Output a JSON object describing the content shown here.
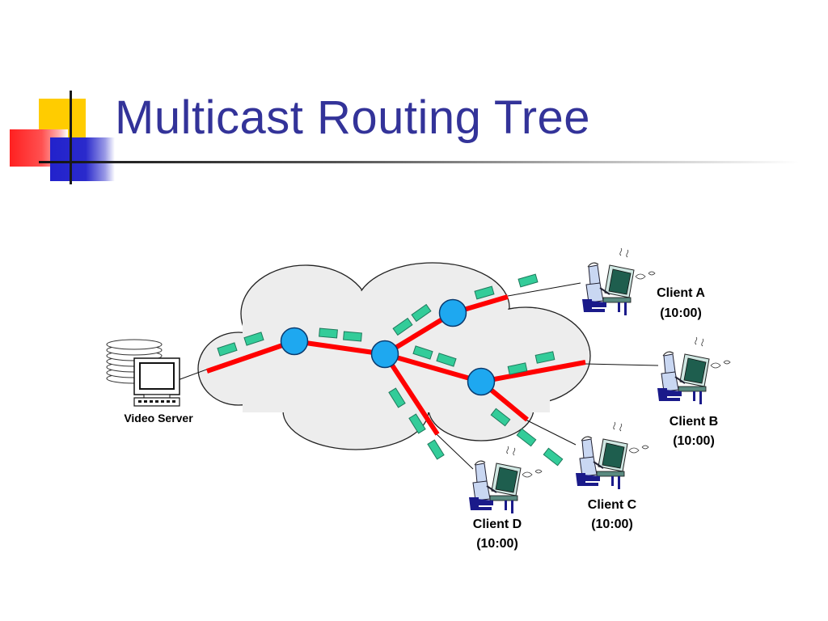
{
  "slide": {
    "title": "Multicast Routing Tree"
  },
  "diagram": {
    "server_label": "Video Server",
    "clients": [
      {
        "name": "Client A",
        "time": "(10:00)"
      },
      {
        "name": "Client B",
        "time": "(10:00)"
      },
      {
        "name": "Client C",
        "time": "(10:00)"
      },
      {
        "name": "Client D",
        "time": "(10:00)"
      }
    ]
  },
  "colors": {
    "title": "#333399",
    "tree_link": "#FF0000",
    "router": "#1EA8F0",
    "packet": "#33CC99",
    "cloud": "#EDEDED",
    "deco_yellow": "#FFCC00",
    "deco_red": "#FF2020",
    "deco_blue": "#2222CC"
  }
}
